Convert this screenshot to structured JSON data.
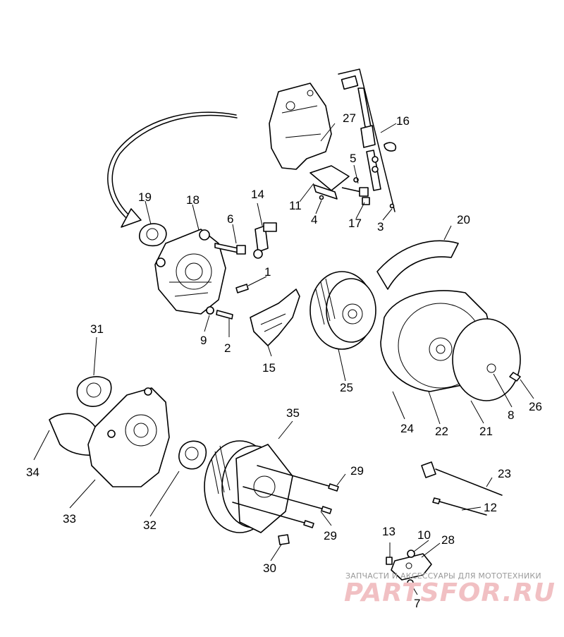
{
  "diagram": {
    "callouts": [
      "1",
      "2",
      "3",
      "4",
      "5",
      "6",
      "7",
      "8",
      "9",
      "10",
      "11",
      "12",
      "13",
      "14",
      "15",
      "16",
      "17",
      "18",
      "19",
      "20",
      "21",
      "22",
      "23",
      "24",
      "25",
      "26",
      "27",
      "28",
      "29",
      "29",
      "30",
      "31",
      "32",
      "33",
      "34",
      "35"
    ]
  },
  "watermark": {
    "tagline": "ЗАПЧАСТИ И АКСЕССУАРЫ ДЛЯ МОТОТЕХНИКИ",
    "brand": "PARTSFOR.RU"
  },
  "colors": {
    "line": "#000000",
    "background": "#ffffff",
    "watermark_brand": "#f1c0c3",
    "watermark_text": "#9a9a9a"
  }
}
